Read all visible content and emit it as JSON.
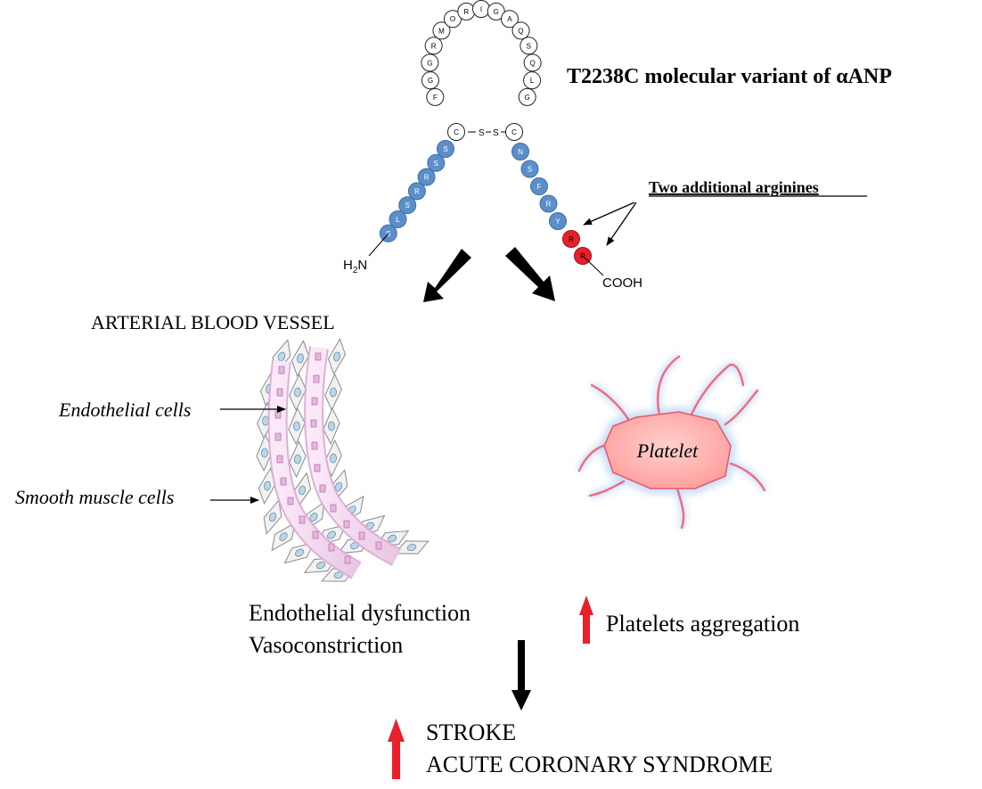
{
  "peptide": {
    "title": "T2238C molecular variant of αANP",
    "loop_residues": [
      "F",
      "G",
      "G",
      "R",
      "M",
      "O",
      "R",
      "I",
      "G",
      "A",
      "Q",
      "S",
      "Q",
      "L",
      "G"
    ],
    "cys_left": "C",
    "cys_right": "C",
    "disulfide_left": "S",
    "disulfide_right": "S",
    "n_tail_residues": [
      "S",
      "S",
      "R",
      "R",
      "S",
      "L",
      "S"
    ],
    "c_tail_residues": [
      "N",
      "S",
      "F",
      "R",
      "Y"
    ],
    "extra_residues": [
      "R",
      "R"
    ],
    "n_terminus_main": "H",
    "n_terminus_sub": "2",
    "n_terminus_suffix": "N",
    "c_terminus": "COOH",
    "callout": "Two additional arginines"
  },
  "vessel": {
    "title": "ARTERIAL BLOOD VESSEL",
    "endothelial_label": "Endothelial cells",
    "smooth_muscle_label": "Smooth muscle cells"
  },
  "platelet": {
    "label": "Platelet"
  },
  "effects": {
    "line1": "Endothelial dysfunction",
    "line2": "Vasoconstriction",
    "platelets": "Platelets aggregation"
  },
  "outcome": {
    "line1": "STROKE",
    "line2": "ACUTE CORONARY SYNDROME"
  },
  "colors": {
    "blue_residue": "#5b8fc9",
    "red_residue": "#e8202a",
    "arrow_red": "#e8202a",
    "vessel_pink": "#f3d7ee",
    "platelet_fill": "#ffb0ad",
    "platelet_glow": "#bfd9f5"
  }
}
